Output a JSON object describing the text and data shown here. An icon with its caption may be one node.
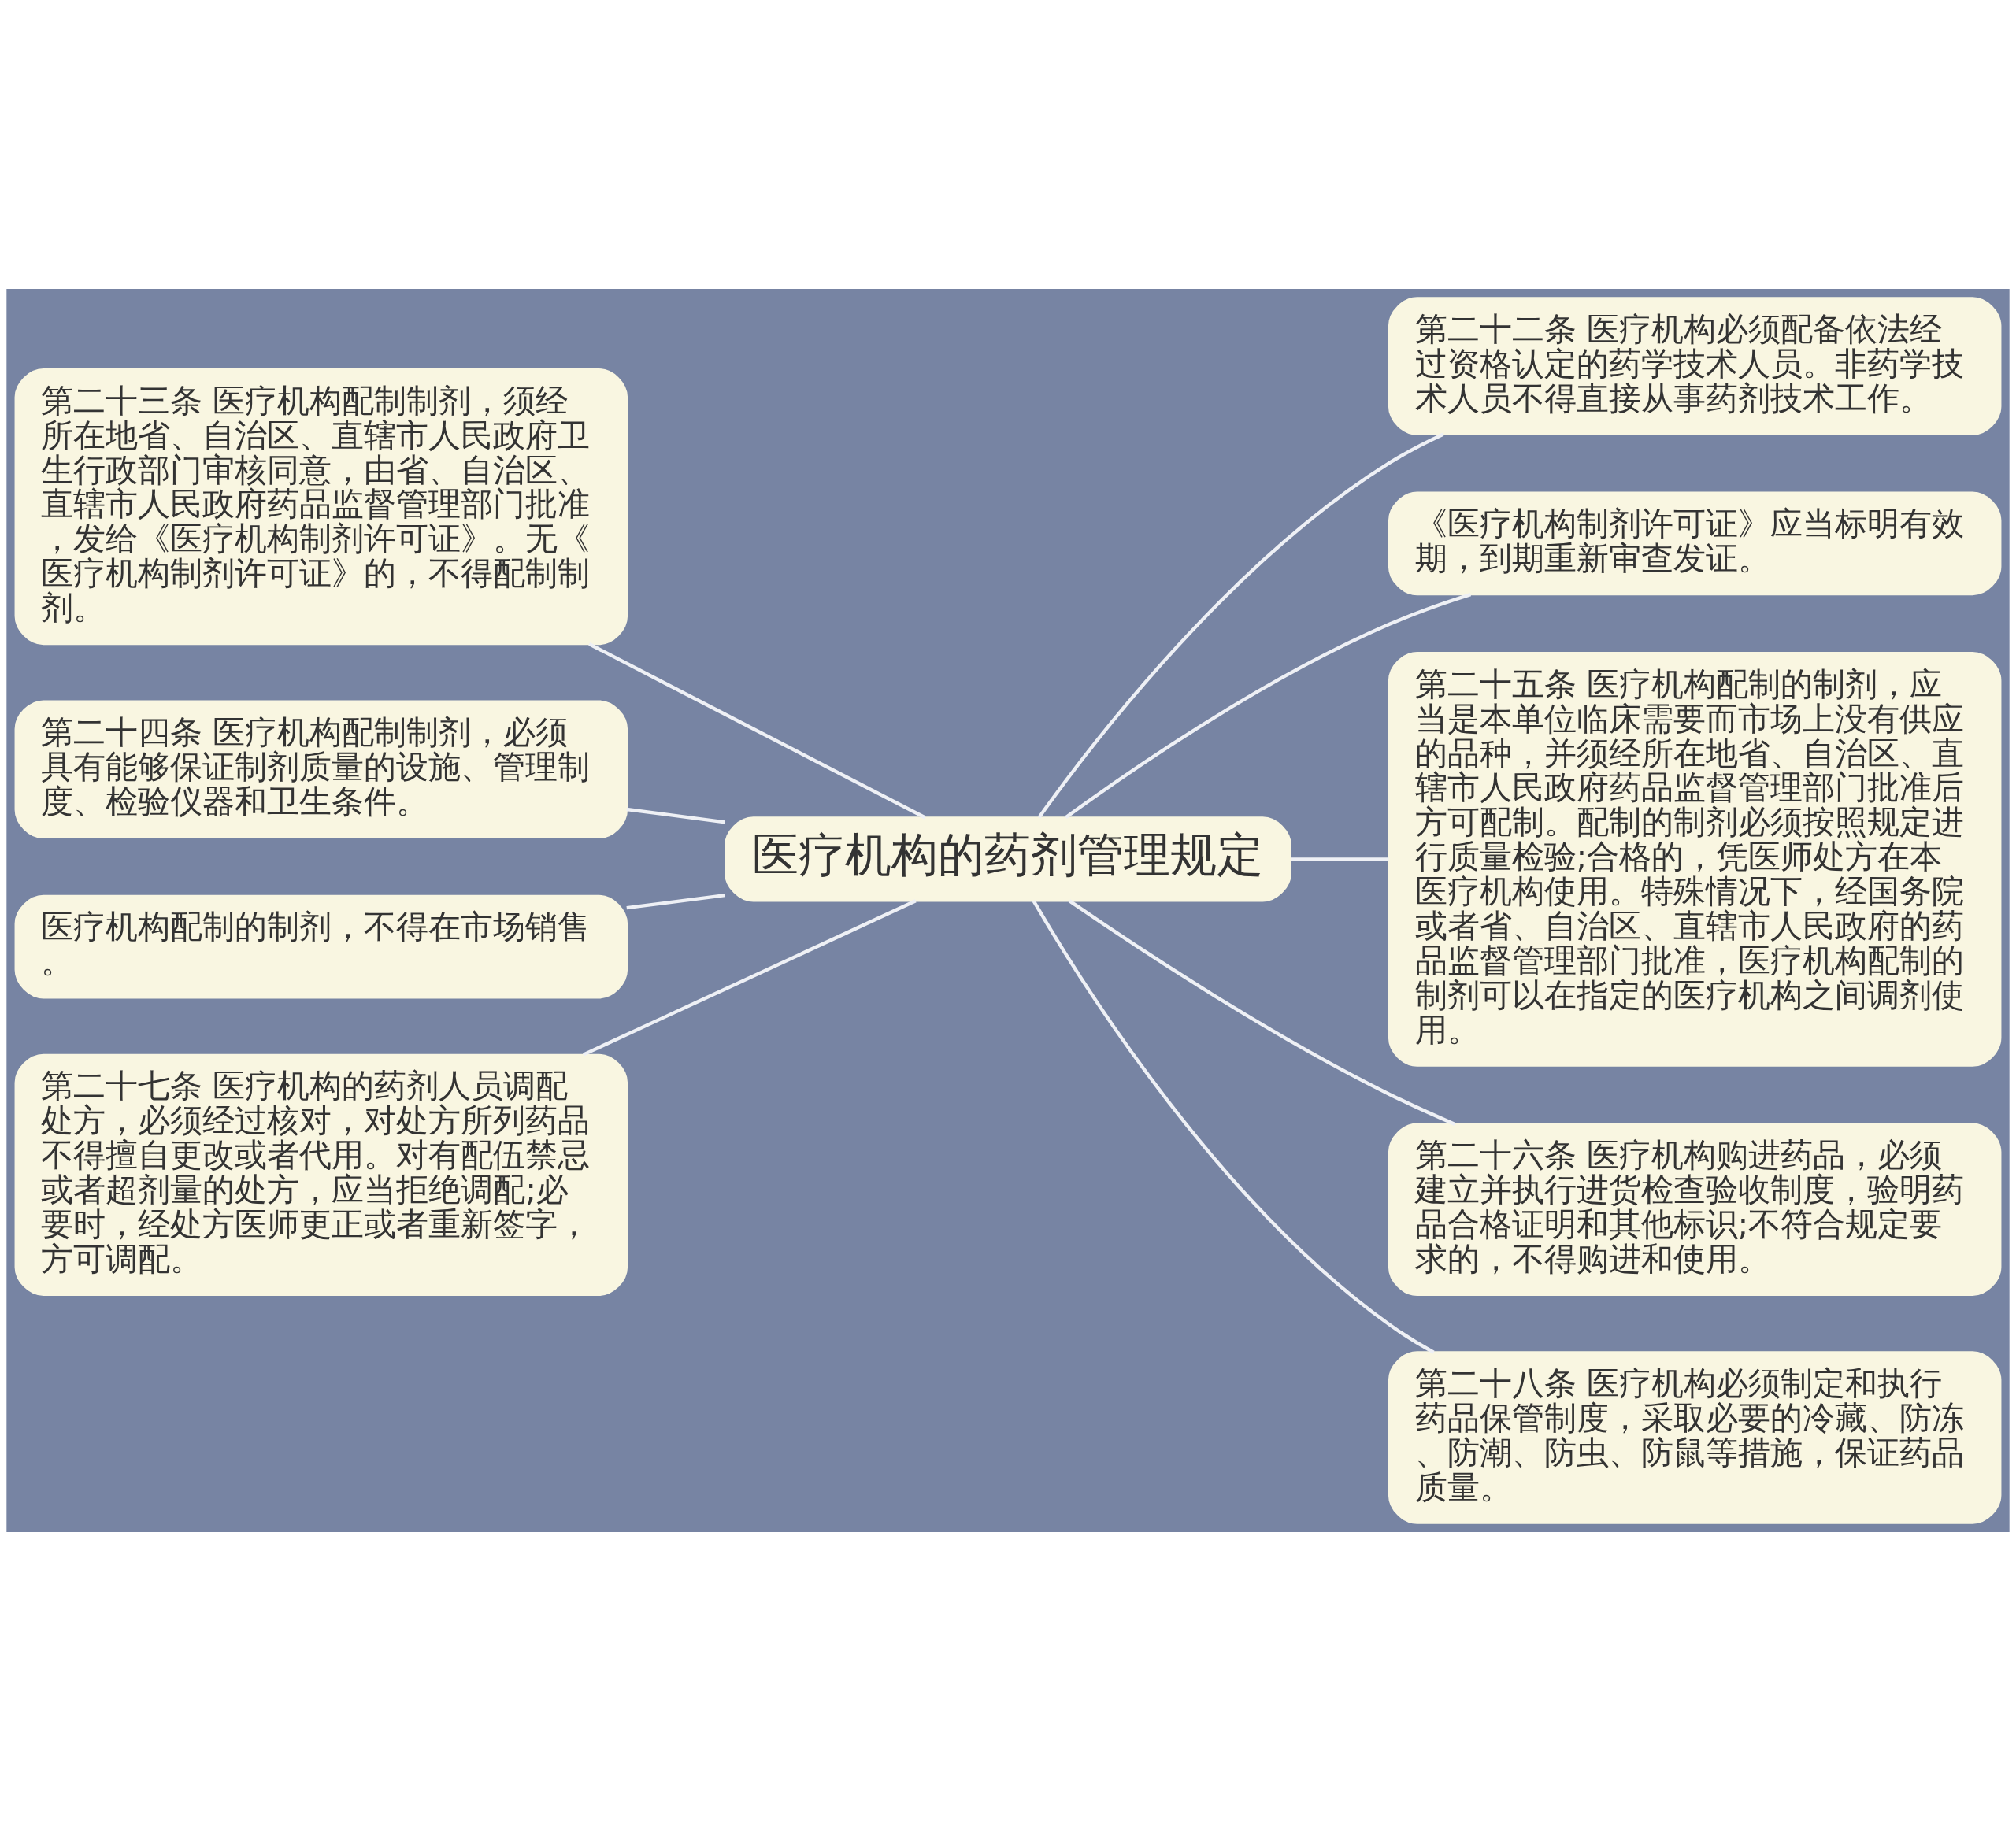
{
  "diagram": {
    "nodes": [
      {
        "text": [
          "医疗机构的药剂管理规定"
        ]
      },
      {
        "text": [
          "第二十三条 医疗机构配制制剂，须经所在地省、自治区、直辖市人民政府卫生行政部门审核同意，由省、自治区、直辖市人民政府药品监督管理部门批准，发给《医疗机构制剂许可证》。无《医疗机构制剂许可证》的，不得配制制剂。"
        ]
      },
      {
        "text": [
          "第二十四条 医疗机构配制制剂，必须具有能够保证制剂质量的设施、管理制度、检验仪器和卫生条件。"
        ]
      },
      {
        "text": [
          "医疗机构配制的制剂，不得在市场销售。"
        ]
      },
      {
        "text": [
          "第二十七条 医疗机构的药剂人员调配处方，必须经过核对，对处方所列药品不得擅自更改或者代用。对有配伍禁忌或者超剂量的处方，应当拒绝调配;必要时，经处方医师更正或者重新签字，方可调配。"
        ]
      },
      {
        "text": [
          "第二十二条 医疗机构必须配备依法经过资格认定的药学技术人员。非药学技术人员不得直接从事药剂技术工作。"
        ]
      },
      {
        "text": [
          "《医疗机构制剂许可证》应当标明有效期，到期重新审查发证。"
        ]
      },
      {
        "text": [
          "第二十五条 医疗机构配制的制剂，应当是本单位临床需要而市场上没有供应的品种，并须经所在地省、自治区、直辖市人民政府药品监督管理部门批准后方可配制。配制的制剂必须按照规定进行质量检验;合格的，凭医师处方在本医疗机构使用。特殊情况下，经国务院或者省、自治区、直辖市人民政府的药品监督管理部门批准，医疗机构配制的制剂可以在指定的医疗机构之间调剂使用。"
        ]
      },
      {
        "text": [
          "第二十六条 医疗机构购进药品，必须建立并执行进货检查验收制度，验明药品合格证明和其他标识;不符合规定要求的，不得购进和使用。"
        ]
      },
      {
        "text": [
          "第二十八条 医疗机构必须制定和执行药品保管制度，采取必要的冷藏、防冻、防潮、防虫、防鼠等措施，保证药品质量。"
        ]
      }
    ],
    "edges": [
      {
        "from": 0,
        "to": 1,
        "arrow": "none"
      },
      {
        "from": 0,
        "to": 2,
        "arrow": "none"
      },
      {
        "from": 0,
        "to": 3,
        "arrow": "none"
      },
      {
        "from": 0,
        "to": 4,
        "arrow": "none"
      },
      {
        "from": 0,
        "to": 5,
        "arrow": "none"
      },
      {
        "from": 0,
        "to": 6,
        "arrow": "none"
      },
      {
        "from": 0,
        "to": 7,
        "arrow": "none"
      },
      {
        "from": 0,
        "to": 8,
        "arrow": "none"
      },
      {
        "from": 0,
        "to": 9,
        "arrow": "none"
      }
    ]
  }
}
